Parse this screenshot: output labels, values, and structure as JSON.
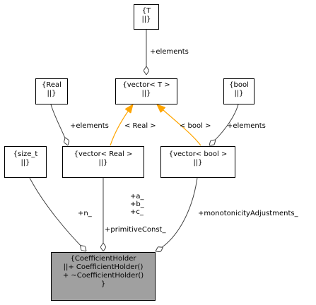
{
  "nodes": {
    "t": {
      "lines": [
        "{T",
        "||}"
      ]
    },
    "real": {
      "lines": [
        "{Real",
        "||}"
      ]
    },
    "vector_t": {
      "lines": [
        "{vector< T >",
        "||}"
      ]
    },
    "bool": {
      "lines": [
        "{bool",
        "||}"
      ]
    },
    "size_t": {
      "lines": [
        "{size_t",
        "||}"
      ]
    },
    "vector_real": {
      "lines": [
        "{vector< Real >",
        "||}"
      ]
    },
    "vector_bool": {
      "lines": [
        "{vector< bool >",
        "||}"
      ]
    },
    "coefficient_holder": {
      "lines": [
        "{CoefficientHolder",
        "||+ CoefficientHolder()",
        "+ ~CoefficientHolder()",
        "}"
      ]
    }
  },
  "edge_labels": {
    "t_elements": "+elements",
    "real_elements": "+elements",
    "bool_elements": "+elements",
    "template_real": "< Real >",
    "template_bool": "< bool >",
    "n": "+n_",
    "abc": [
      "+a_",
      "+b_",
      "+c_"
    ],
    "primitive_const": "+primitiveConst_",
    "monotonicity": "+monotonicityAdjustments_"
  },
  "colors": {
    "main_fill": "#a0a0a0",
    "box_fill": "#ffffff",
    "border": "#000000",
    "composition_edge": "#404040",
    "template_edge": "#ffa500"
  }
}
